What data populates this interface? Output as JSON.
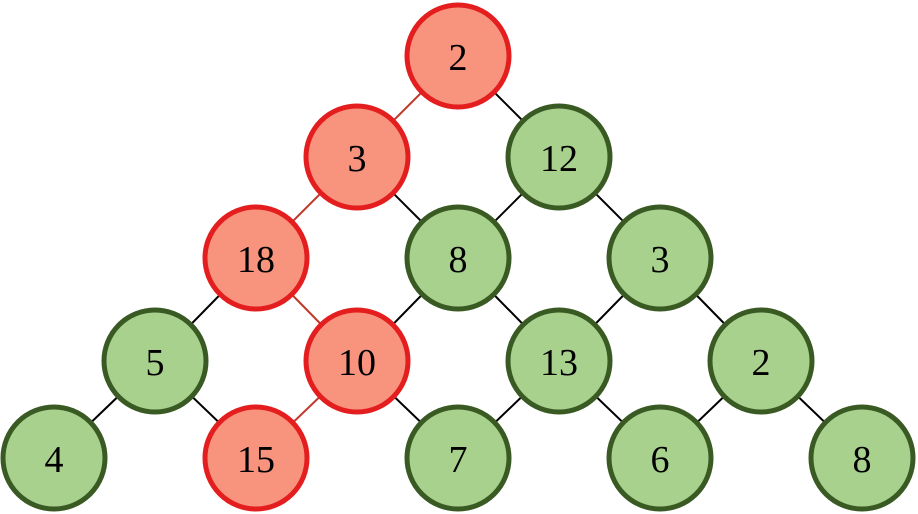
{
  "diagram": {
    "type": "number-triangle",
    "colors": {
      "highlight_fill": "#F8937E",
      "highlight_stroke": "#E41E1E",
      "normal_fill": "#A9D18E",
      "normal_stroke": "#3A5A24",
      "edge_default": "#000000",
      "edge_highlight": "#C0392B"
    },
    "rows": [
      [
        {
          "value": "2",
          "highlighted": true
        }
      ],
      [
        {
          "value": "3",
          "highlighted": true
        },
        {
          "value": "12",
          "highlighted": false
        }
      ],
      [
        {
          "value": "18",
          "highlighted": true
        },
        {
          "value": "8",
          "highlighted": false
        },
        {
          "value": "3",
          "highlighted": false
        }
      ],
      [
        {
          "value": "5",
          "highlighted": false
        },
        {
          "value": "10",
          "highlighted": true
        },
        {
          "value": "13",
          "highlighted": false
        },
        {
          "value": "2",
          "highlighted": false
        }
      ],
      [
        {
          "value": "4",
          "highlighted": false
        },
        {
          "value": "15",
          "highlighted": true
        },
        {
          "value": "7",
          "highlighted": false
        },
        {
          "value": "6",
          "highlighted": false
        },
        {
          "value": "8",
          "highlighted": false
        }
      ]
    ],
    "highlighted_path": [
      [
        0,
        0
      ],
      [
        1,
        0
      ],
      [
        2,
        0
      ],
      [
        3,
        1
      ],
      [
        4,
        1
      ]
    ]
  }
}
